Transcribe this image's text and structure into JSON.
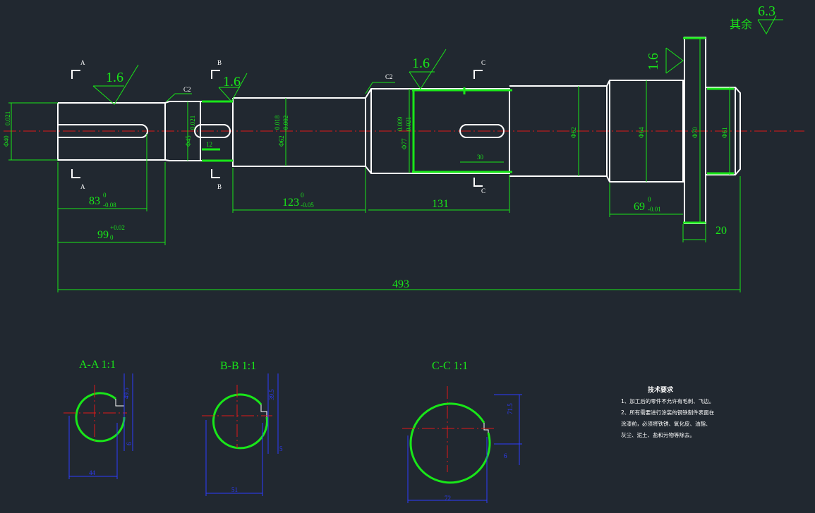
{
  "drawing": {
    "surface_general": {
      "label": "其余",
      "value": "6.3"
    },
    "roughness": {
      "r1": "1.6",
      "r2": "1.6",
      "r3": "1.6",
      "r4": "1.6"
    },
    "chamfers": {
      "c1": "C2",
      "c2": "C2"
    },
    "section_marks": {
      "a": "A",
      "b": "B",
      "c": "C"
    },
    "diameters": {
      "d1": "Φ40",
      "d1_tol": "0.021",
      "d2": "Φ45",
      "d2_tol": "0.021",
      "d3": "Φ62",
      "d3_tol_upper": "0.018",
      "d3_tol_lower": "0.002",
      "d4": "Φ77",
      "d4_tol_upper": "0.009",
      "d4_tol_lower": "0.021",
      "d5": "Φ62",
      "d6": "Φ64",
      "d7": "Φ70",
      "d8": "Φ61"
    },
    "lengths": {
      "l1": "83",
      "l1_up": "0",
      "l1_low": "-0.08",
      "l2": "99",
      "l2_up": "+0.02",
      "l2_low": "0",
      "l3": "123",
      "l3_up": "0",
      "l3_low": "-0.05",
      "l4": "131",
      "l5": "30",
      "l6": "69",
      "l6_up": "0",
      "l6_low": "-0.01",
      "l7": "20",
      "l8": "12",
      "total": "493"
    },
    "sections": [
      {
        "title": "A-A   1:1",
        "width": "44",
        "key": "6",
        "depth": "49.5"
      },
      {
        "title": "B-B   1:1",
        "width": "51",
        "key": "5",
        "depth": "39.5"
      },
      {
        "title": "C-C   1:1",
        "width": "72",
        "key": "6",
        "depth": "71.5"
      }
    ],
    "notes": {
      "title": "技术要求",
      "line1": "1、加工后的零件不允许有毛刺、飞边。",
      "line2": "2、所有需要进行涂装的钢铁制件表面在",
      "line3": "涂漆前，必须将铁锈、氧化皮、油脂、",
      "line4": "灰尘、泥土、盐和污物等除去。"
    }
  }
}
